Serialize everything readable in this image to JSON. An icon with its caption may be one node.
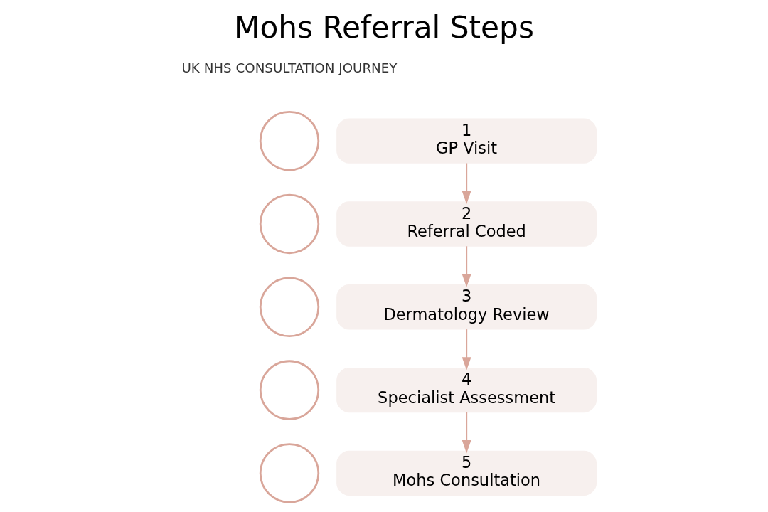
{
  "diagram": {
    "title": "Mohs Referral Steps",
    "nodes": [
      {
        "text": [],
        "shape": "circle"
      },
      {
        "text": [
          "1",
          "GP Visit"
        ]
      },
      {
        "text": [],
        "shape": "circle"
      },
      {
        "text": [
          "2",
          "Referral Coded"
        ]
      },
      {
        "text": [],
        "shape": "circle"
      },
      {
        "text": [
          "3",
          "Dermatology Review"
        ]
      },
      {
        "text": [],
        "shape": "circle"
      },
      {
        "text": [
          "4",
          "Specialist Assessment"
        ]
      },
      {
        "text": [],
        "shape": "circle"
      },
      {
        "text": [
          "5",
          "Mohs Consultation"
        ]
      }
    ],
    "edges": [
      {
        "from": 1,
        "to": 3,
        "arrow": "to"
      },
      {
        "from": 3,
        "to": 5,
        "arrow": "to"
      },
      {
        "from": 5,
        "to": 7,
        "arrow": "to"
      },
      {
        "from": 7,
        "to": 9,
        "arrow": "to"
      }
    ],
    "labels": [
      "UK NHS CONSULTATION JOURNEY"
    ]
  }
}
